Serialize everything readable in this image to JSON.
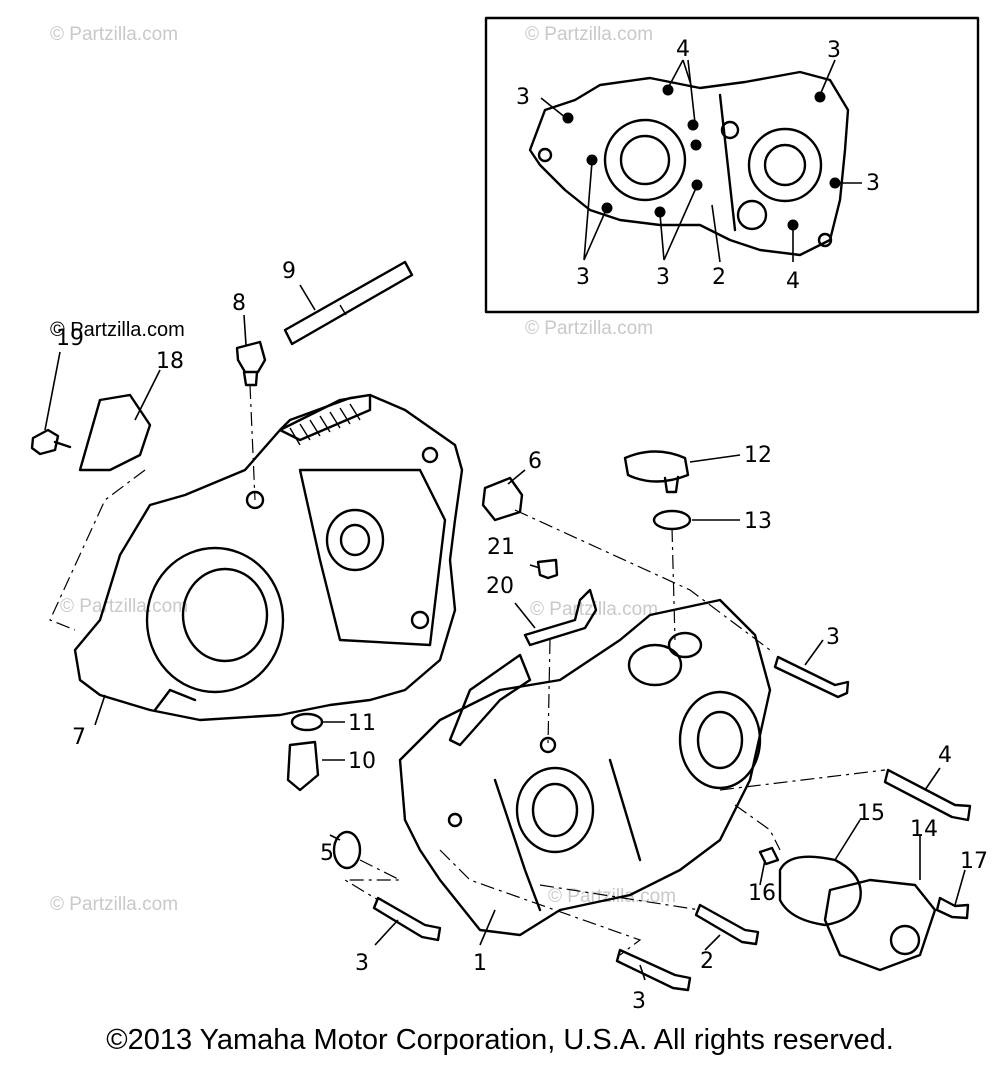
{
  "watermark": "© Partzilla.com",
  "copyright": "©2013 Yamaha Motor Corporation, U.S.A. All rights reserved.",
  "callouts": {
    "c1": "1",
    "c2": "2",
    "c3": "3",
    "c4": "4",
    "c5": "5",
    "c6": "6",
    "c7": "7",
    "c8": "8",
    "c9": "9",
    "c10": "10",
    "c11": "11",
    "c12": "12",
    "c13": "13",
    "c14": "14",
    "c15": "15",
    "c16": "16",
    "c17": "17",
    "c18": "18",
    "c19": "19",
    "c20": "20",
    "c21": "21"
  }
}
